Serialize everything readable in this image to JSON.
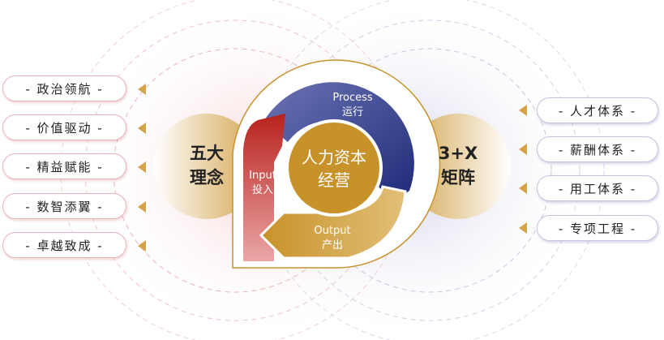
{
  "left_group": {
    "title_line1": "五大",
    "title_line2": "理念",
    "items": [
      "- 政治领航 -",
      "- 价值驱动 -",
      "- 精益赋能 -",
      "- 数智添翼 -",
      "- 卓越致成 -"
    ]
  },
  "right_group": {
    "title_line1": "3+X",
    "title_line2": "矩阵",
    "items": [
      "- 人才体系 -",
      "- 薪酬体系 -",
      "- 用工体系 -",
      "- 专项工程 -"
    ]
  },
  "center": {
    "title_line1": "人力资本",
    "title_line2": "经营",
    "process_en": "Process",
    "process_cn": "运行",
    "input_en": "Input",
    "input_cn": "投入",
    "output_en": "Output",
    "output_cn": "产出"
  },
  "colors": {
    "gold": "#c8922a",
    "red": "#b8221e",
    "blue": "#25307a"
  }
}
